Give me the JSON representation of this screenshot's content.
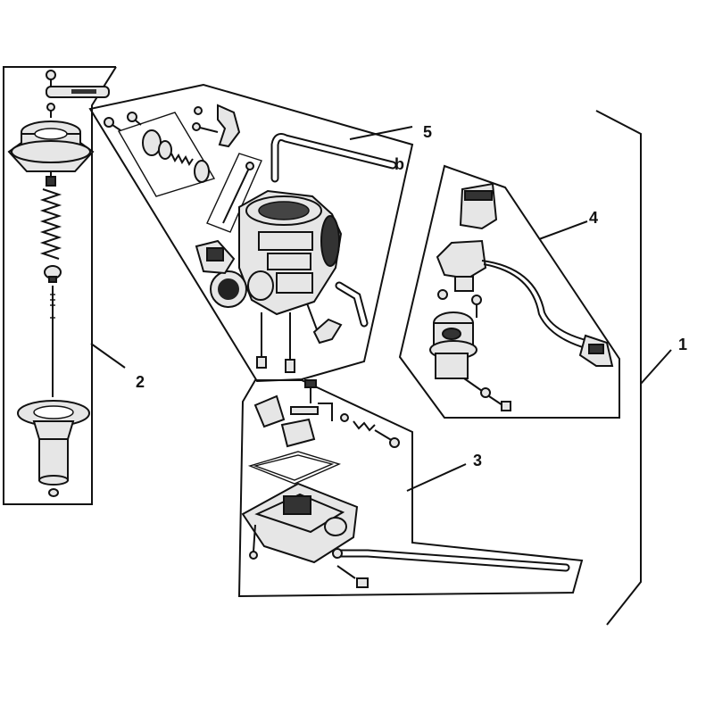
{
  "diagram": {
    "callouts": [
      {
        "id": "1",
        "label": "1"
      },
      {
        "id": "2",
        "label": "2"
      },
      {
        "id": "3",
        "label": "3"
      },
      {
        "id": "4",
        "label": "4"
      },
      {
        "id": "5",
        "label": "5"
      }
    ],
    "groups": [
      {
        "callout": "1",
        "part": "carburetor-assembly",
        "marker": "bracket"
      },
      {
        "callout": "2",
        "part": "vacuum-piston-needle-group",
        "marker": "frame"
      },
      {
        "callout": "3",
        "part": "float-bowl-group",
        "marker": "frame"
      },
      {
        "callout": "4",
        "part": "auto-choke-group",
        "marker": "frame"
      },
      {
        "callout": "5",
        "part": "carburetor-body-group",
        "marker": "frame"
      }
    ],
    "hose_tag": "b"
  }
}
